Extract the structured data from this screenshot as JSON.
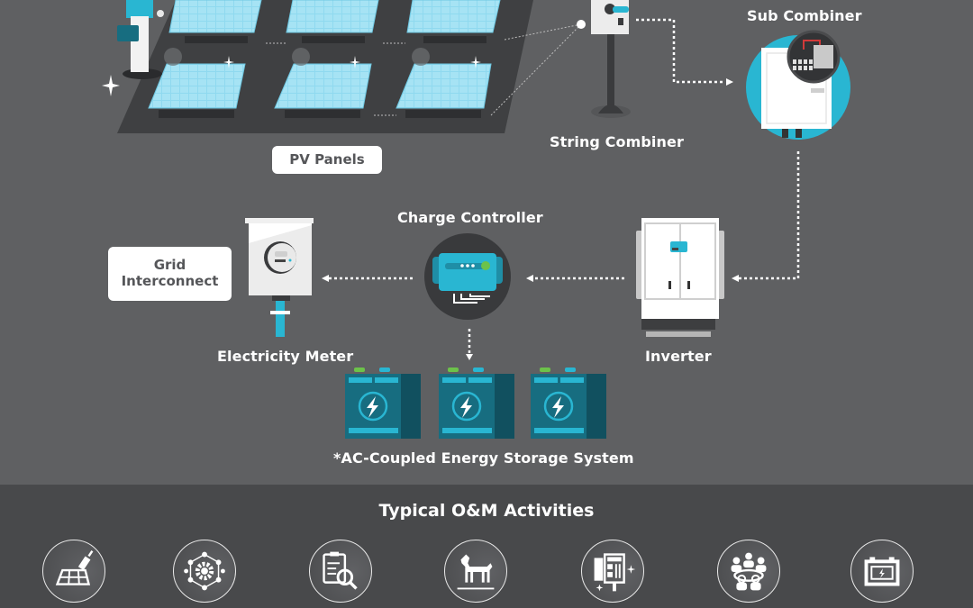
{
  "diagram": {
    "components": {
      "pv_panels": "PV Panels",
      "string_combiner": "String Combiner",
      "sub_combiner": "Sub Combiner",
      "inverter": "Inverter",
      "charge_controller": "Charge Controller",
      "electricity_meter": "Electricity Meter",
      "grid_interconnect_line1": "Grid",
      "grid_interconnect_line2": "Interconnect",
      "energy_storage": "*AC-Coupled Energy Storage System"
    },
    "flow": [
      "PV Panels",
      "String Combiner",
      "Sub Combiner",
      "Inverter",
      "Charge Controller",
      "Electricity Meter",
      "Grid Interconnect"
    ],
    "colors": {
      "background": "#5f6062",
      "bottom_band": "#48494b",
      "accent_cyan": "#29b6d2",
      "battery_teal": "#155e6f",
      "panel_blue": "#8ed8ee",
      "platform": "#3f4042"
    }
  },
  "om_section": {
    "title": "Typical O&M Activities",
    "icons": [
      "panel-cleaning-icon",
      "system-network-gear-icon",
      "inspection-report-icon",
      "vegetation-management-goat-icon",
      "electrical-cabinet-maintenance-icon",
      "team-meeting-icon",
      "battery-maintenance-icon"
    ]
  }
}
